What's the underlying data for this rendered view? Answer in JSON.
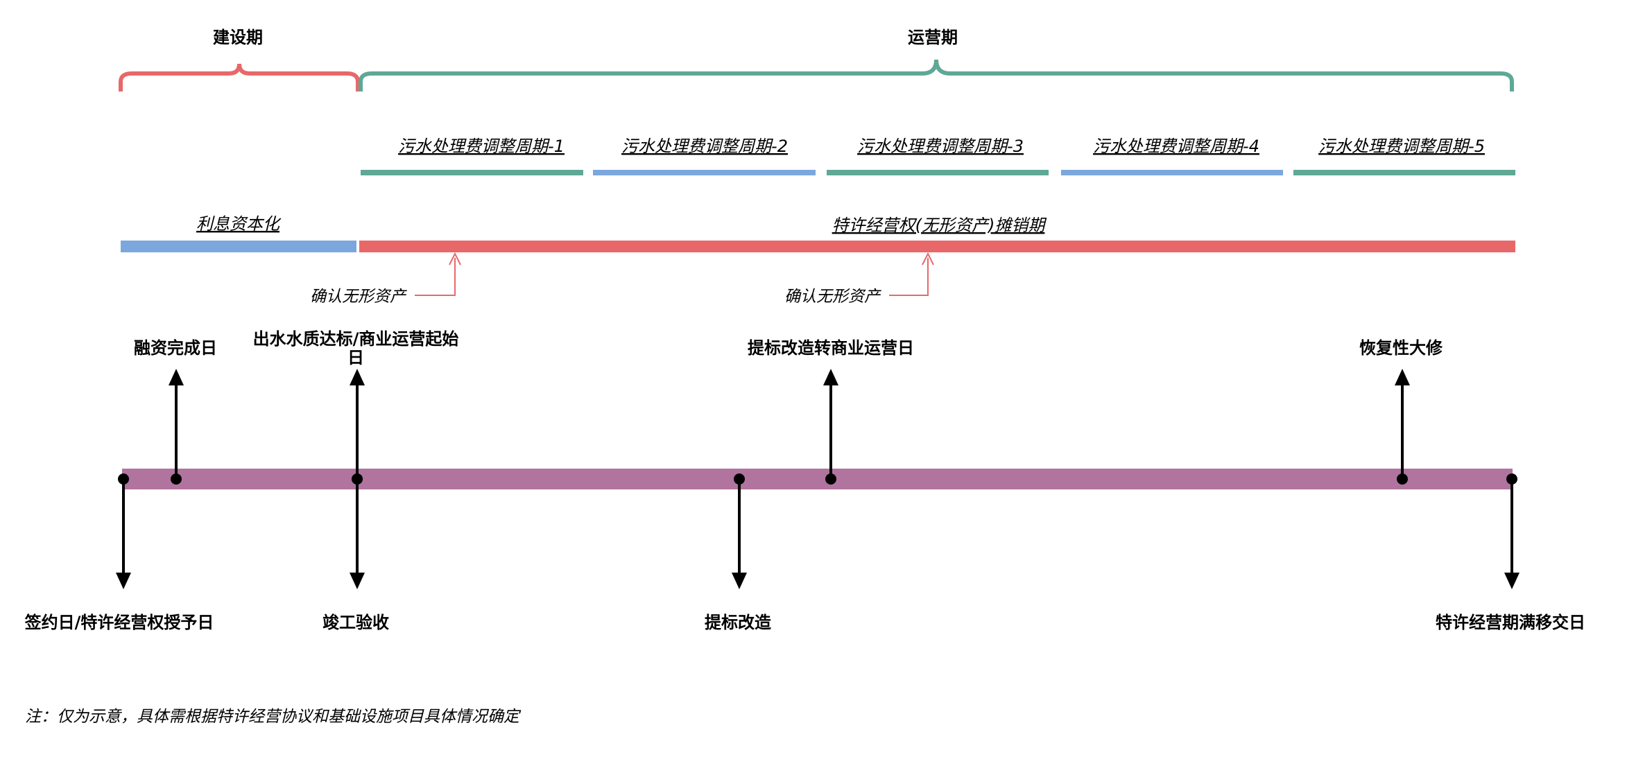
{
  "colors": {
    "construction": "#E8686A",
    "operation": "#5FA896",
    "blue": "#7BA7DE",
    "red": "#E8686A",
    "timeline": "#B0749F",
    "arrow": "#000000"
  },
  "periods": {
    "construction_label": "建设期",
    "operation_label": "运营期"
  },
  "cycles": [
    {
      "label": "污水处理费调整周期-1",
      "color": "#5FA896"
    },
    {
      "label": "污水处理费调整周期-2",
      "color": "#7BA7DE"
    },
    {
      "label": "污水处理费调整周期-3",
      "color": "#5FA896"
    },
    {
      "label": "污水处理费调整周期-4",
      "color": "#7BA7DE"
    },
    {
      "label": "污水处理费调整周期-5",
      "color": "#5FA896"
    }
  ],
  "phases": {
    "capitalization_label": "利息资本化",
    "amortization_label": "特许经营权(无形资产)摊销期"
  },
  "recognition": [
    {
      "label": "确认无形资产"
    },
    {
      "label": "确认无形资产"
    }
  ],
  "events_above": [
    {
      "label": "融资完成日"
    },
    {
      "label_line1": "出水水质达标/商业运营起始",
      "label_line2": "日"
    },
    {
      "label": "提标改造转商业运营日"
    },
    {
      "label": "恢复性大修"
    }
  ],
  "events_below": [
    {
      "label": "签约日/特许经营权授予日"
    },
    {
      "label": "竣工验收"
    },
    {
      "label": "提标改造"
    },
    {
      "label": "特许经营期满移交日"
    }
  ],
  "note": "注：仅为示意，具体需根据特许经营协议和基础设施项目具体情况确定"
}
